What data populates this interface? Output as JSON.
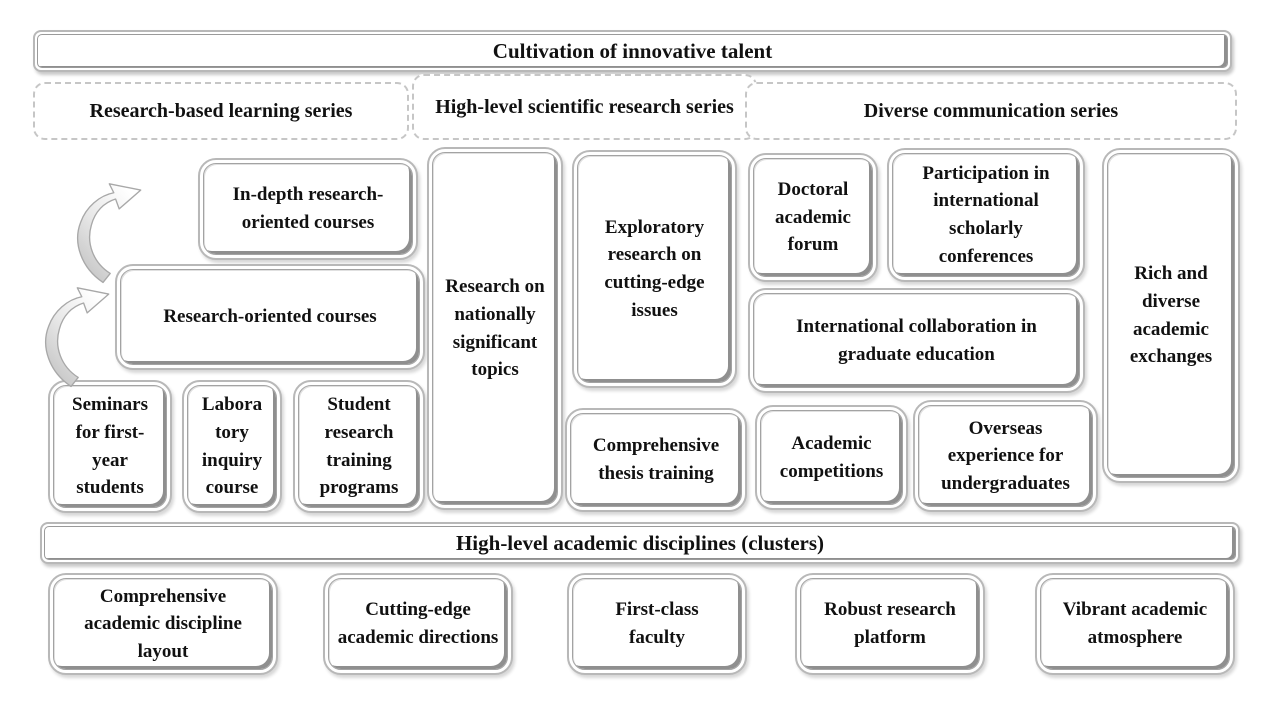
{
  "diagram": {
    "title": "Cultivation of innovative talent",
    "series_headers": {
      "research_based": "Research-based learning series",
      "high_level": "High-level scientific research series",
      "diverse_comm": "Diverse communication series"
    },
    "research_based_series": {
      "in_depth": "In-depth research-oriented courses",
      "research_oriented": "Research-oriented courses",
      "seminars": "Seminars for first-year students",
      "laboratory": "Labora tory inquiry course",
      "student_training": "Student research training programs"
    },
    "high_level_series": {
      "nationally_significant": "Research on nationally significant topics",
      "exploratory": "Exploratory research on cutting-edge issues",
      "thesis": "Comprehensive thesis training"
    },
    "diverse_comm_series": {
      "doctoral_forum": "Doctoral academic forum",
      "intl_conferences": "Participation in international scholarly conferences",
      "intl_collaboration": "International collaboration in graduate education",
      "competitions": "Academic competitions",
      "overseas": "Overseas experience for undergraduates",
      "exchanges": "Rich and diverse academic exchanges"
    },
    "bottom_banner": "High-level academic disciplines (clusters)",
    "foundations": [
      {
        "label": "Comprehensive academic discipline layout"
      },
      {
        "label": "Cutting-edge academic directions"
      },
      {
        "label": "First-class faculty"
      },
      {
        "label": "Robust research platform"
      },
      {
        "label": "Vibrant academic atmosphere"
      }
    ],
    "icons": [
      "curved-arrow-icon",
      "curved-arrow-icon"
    ],
    "colors": {
      "background": "#ffffff",
      "text": "#111111",
      "border_outer": "#b8b8b8",
      "border_inner": "#8f8f8f",
      "dashed_border": "#c6c6c6",
      "arrow_fill_dark": "#bdbdbd",
      "arrow_fill_light": "#ffffff"
    }
  }
}
